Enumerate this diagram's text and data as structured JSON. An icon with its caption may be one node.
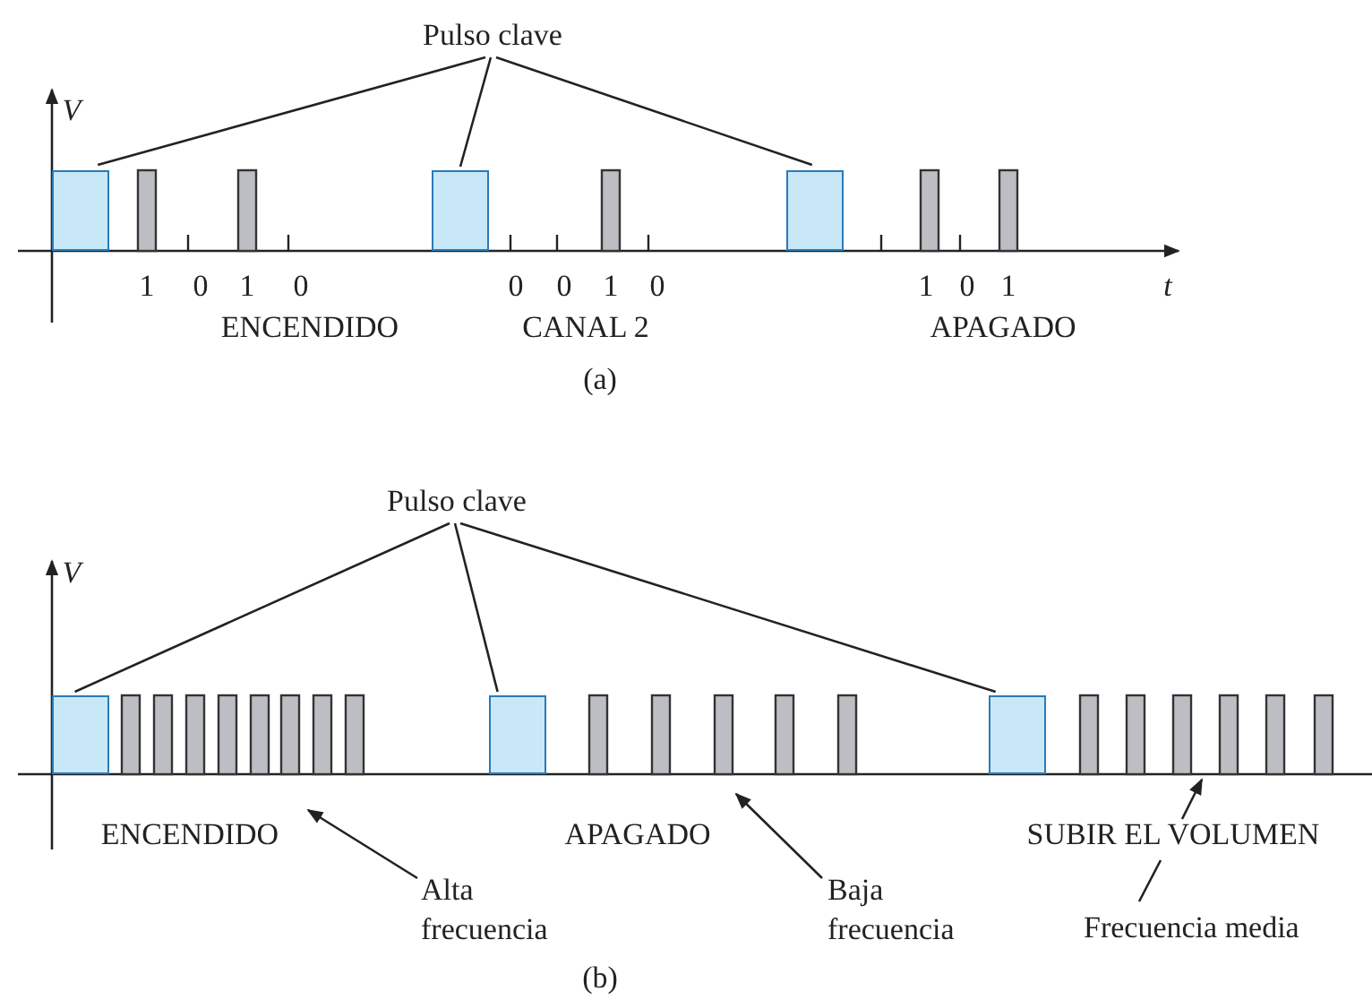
{
  "diagram": {
    "nodes": [
      {
        "text": [
          "Pulso clave"
        ]
      },
      {
        "text": [],
        "shape": "bar"
      },
      {
        "text": [],
        "shape": "bar"
      },
      {
        "text": [],
        "shape": "bar"
      },
      {
        "text": [
          "Pulso clave"
        ]
      },
      {
        "text": [],
        "shape": "bar"
      },
      {
        "text": [],
        "shape": "bar"
      },
      {
        "text": [],
        "shape": "bar"
      },
      {
        "text": [
          "Alta frecuencia"
        ]
      },
      {
        "text": [
          "Baja frecuencia"
        ]
      },
      {
        "text": [
          "Frecuencia media"
        ]
      }
    ],
    "edges": [
      {
        "from": 0,
        "to": 1,
        "arrow": "none"
      },
      {
        "from": 0,
        "to": 2,
        "arrow": "none"
      },
      {
        "from": 0,
        "to": 3,
        "arrow": "none"
      },
      {
        "from": 4,
        "to": 5,
        "arrow": "none"
      },
      {
        "from": 4,
        "to": 6,
        "arrow": "none"
      },
      {
        "from": 4,
        "to": 7,
        "arrow": "none"
      },
      {
        "from": 8,
        "to": null,
        "arrow": "to"
      },
      {
        "from": 9,
        "to": null,
        "arrow": "to"
      },
      {
        "from": 10,
        "to": null,
        "arrow": "to"
      }
    ],
    "labels": [
      "V",
      "1",
      "0",
      "1",
      "0",
      "0",
      "0",
      "1",
      "0",
      "1",
      "0",
      "1",
      "t",
      "ENCENDIDO",
      "CANAL 2",
      "APAGADO",
      "(a)",
      "V",
      "ENCENDIDO",
      "APAGADO",
      "SUBIR EL VOLUMEN",
      "(b)"
    ]
  }
}
